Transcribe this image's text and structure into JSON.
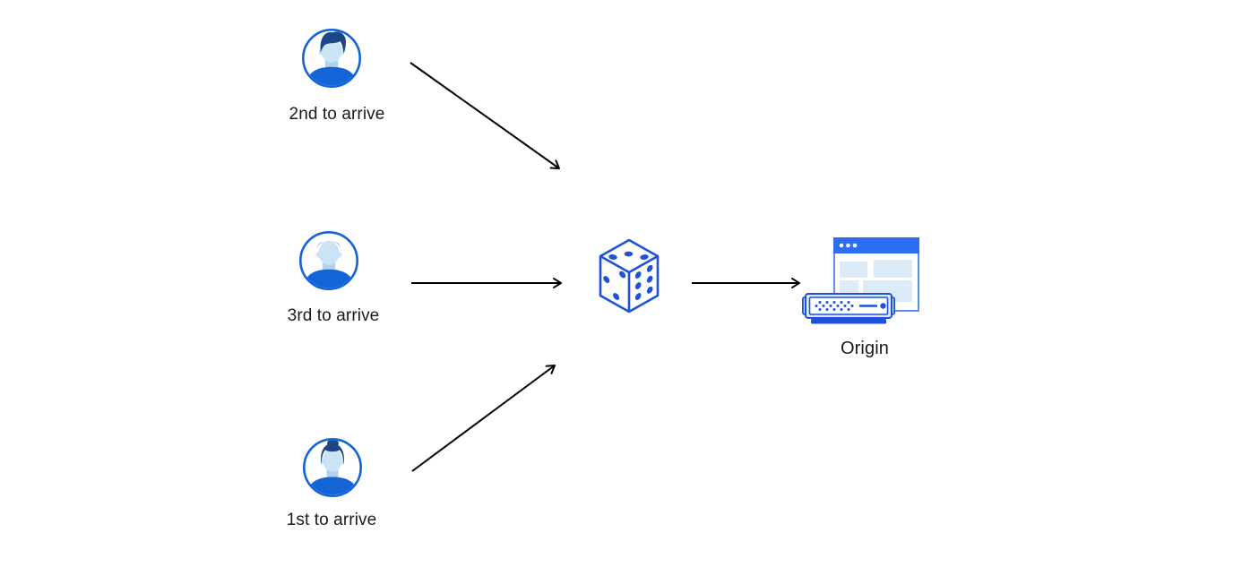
{
  "diagram": {
    "title": "random-steering-to-origin-diagram",
    "background_color": "#ffffff",
    "colors": {
      "primary_blue": "#1d52d9",
      "avatar_ring_blue": "#1464d8",
      "avatar_hair_navy": "#1d4687",
      "avatar_skin_light_blue": "#cbe4f5",
      "avatar_shirt_blue": "#1464d8",
      "browser_titlebar_blue": "#2b6ef4",
      "browser_border_blue": "#5b8fe8",
      "browser_panel_light_blue": "#ddeaf8",
      "server_accent_light_blue": "#cfe2f6",
      "arrow_black": "#000000",
      "label_text": "#1a1a1a"
    },
    "nodes": {
      "user_second": {
        "id": "user-second",
        "label": "2nd to arrive",
        "icon": "user-avatar-man-quiff-icon"
      },
      "user_third": {
        "id": "user-third",
        "label": "3rd to arrive",
        "icon": "user-avatar-man-short-hair-icon"
      },
      "user_first": {
        "id": "user-first",
        "label": "1st to arrive",
        "icon": "user-avatar-woman-bun-icon"
      },
      "dice": {
        "id": "dice",
        "label": "",
        "icon": "dice-icon"
      },
      "origin": {
        "id": "origin",
        "label": "Origin",
        "icon": "origin-server-browser-icon"
      }
    },
    "edges": [
      {
        "from": "user-second",
        "to": "dice",
        "style": "black-arrow"
      },
      {
        "from": "user-third",
        "to": "dice",
        "style": "black-arrow"
      },
      {
        "from": "user-first",
        "to": "dice",
        "style": "black-arrow"
      },
      {
        "from": "dice",
        "to": "origin",
        "style": "black-arrow"
      }
    ]
  }
}
